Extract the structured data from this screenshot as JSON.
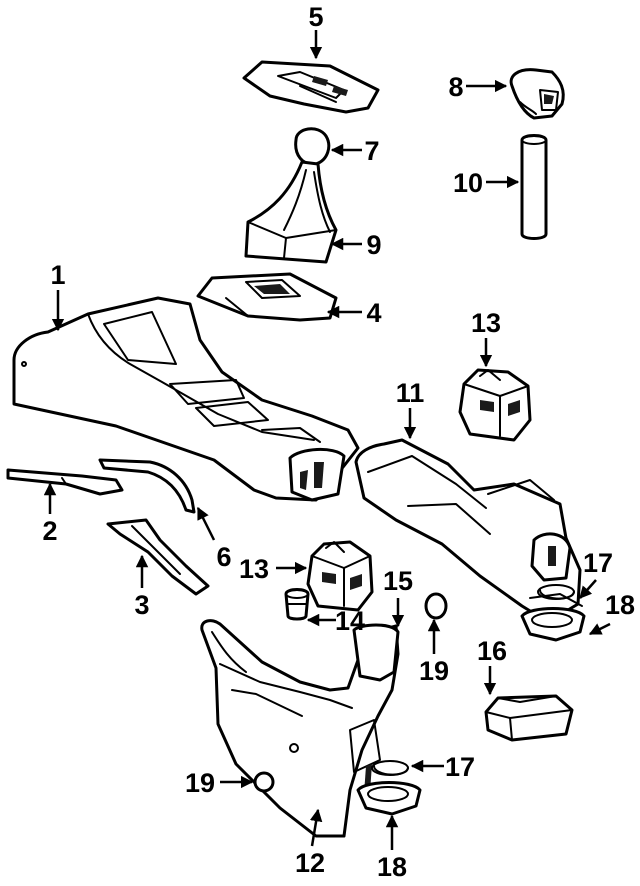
{
  "callouts": {
    "c1": "1",
    "c2": "2",
    "c3": "3",
    "c4": "4",
    "c5": "5",
    "c6": "6",
    "c7": "7",
    "c8": "8",
    "c9": "9",
    "c10": "10",
    "c11": "11",
    "c12": "12",
    "c13a": "13",
    "c13b": "13",
    "c14": "14",
    "c15": "15",
    "c16": "16",
    "c17a": "17",
    "c17b": "17",
    "c18a": "18",
    "c18b": "18",
    "c19a": "19",
    "c19b": "19"
  }
}
